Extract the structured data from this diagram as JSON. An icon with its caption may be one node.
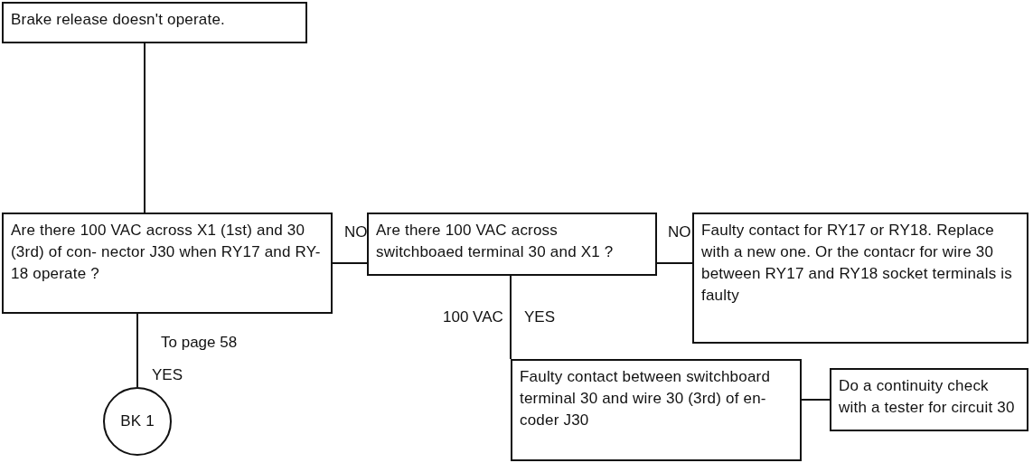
{
  "diagram": {
    "nodes": [
      {
        "text": [
          "Brake release doesn't operate."
        ]
      },
      {
        "text": [
          "Are there 100 VAC across X1 (1st) and 30 (3rd) of con- nector J30 when RY17 and RY- 18 operate ?"
        ]
      },
      {
        "text": [
          "Are there 100 VAC across switchboaed terminal 30 and X1 ?"
        ]
      },
      {
        "text": [
          "Faulty contact for RY17 or RY18. Replace with a new one. Or the contacr for wire 30 between RY17 and RY18 socket terminals is faulty"
        ]
      },
      {
        "text": [
          "BK 1"
        ],
        "beside": [
          "To page 58"
        ]
      },
      {
        "text": [
          "Faulty contact between switchboard terminal 30 and wire 30 (3rd) of en- coder J30"
        ]
      },
      {
        "text": [
          "Do a continuity check with a tester for circuit 30"
        ]
      }
    ],
    "edges": [
      {
        "from": 0,
        "to": 1,
        "arrow": "none"
      },
      {
        "from": 1,
        "to": 2,
        "arrow": "none",
        "label": "NO"
      },
      {
        "from": 2,
        "to": 3,
        "arrow": "none",
        "label": "NO"
      },
      {
        "from": 1,
        "to": 4,
        "arrow": "none",
        "label": "YES"
      },
      {
        "from": 2,
        "to": 5,
        "arrow": "none",
        "label": "YES"
      },
      {
        "from": 5,
        "to": 6,
        "arrow": "none"
      }
    ],
    "labels": [
      "100 VAC"
    ]
  }
}
